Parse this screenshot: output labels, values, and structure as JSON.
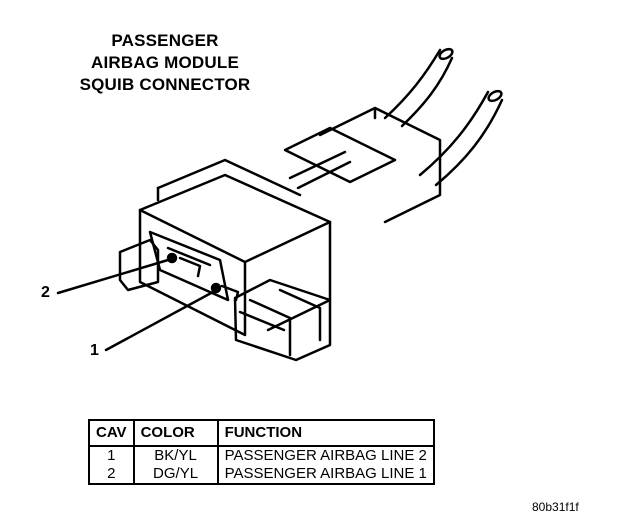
{
  "title": {
    "line1": "PASSENGER",
    "line2": "AIRBAG MODULE",
    "line3": "SQUIB CONNECTOR"
  },
  "callouts": {
    "pin_2": "2",
    "pin_1": "1"
  },
  "table": {
    "headers": [
      "CAV",
      "COLOR",
      "FUNCTION"
    ],
    "rows": [
      {
        "cav": "1",
        "color": "BK/YL",
        "function": "PASSENGER AIRBAG LINE 2"
      },
      {
        "cav": "2",
        "color": "DG/YL",
        "function": "PASSENGER AIRBAG LINE 1"
      }
    ]
  },
  "figure_id": "80b31f1f",
  "colors": {
    "ink": "#000000",
    "paper": "#ffffff"
  }
}
